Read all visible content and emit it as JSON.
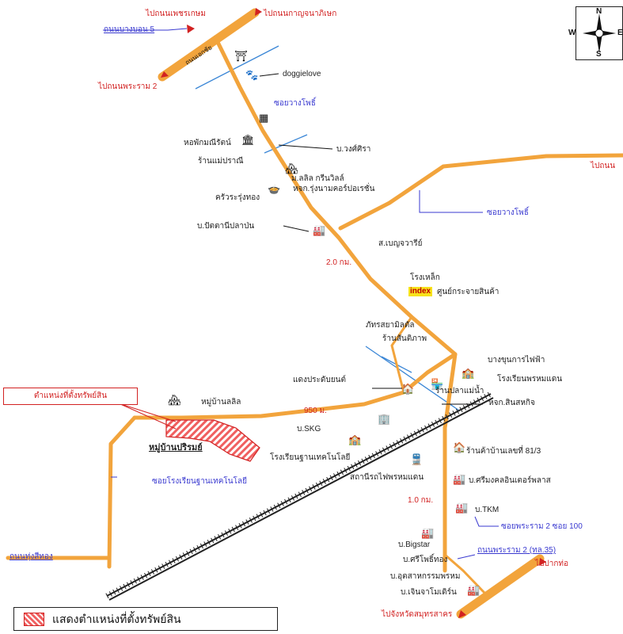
{
  "compass": {
    "n": "N",
    "s": "S",
    "e": "E",
    "w": "W"
  },
  "road_labels": {
    "to_phet_kasem": "ไปถนนเพชรเกษม",
    "to_kanchanaphisek": "ไปถนนกาญจนาภิเษก",
    "bang_bon_5": "ถนนบางบอน 5",
    "to_phraram2_top": "ไปถนนพระราม 2",
    "road_diag": "ถนนเอกชัย",
    "to_right_edge": "ไปถนน",
    "soi_wang_pho_top": "ซอยวางโพธิ์",
    "soi_wang_pho_right": "ซอยวางโพธิ์",
    "distance_2km": "2.0 กม.",
    "distance_950m": "950 ม.",
    "distance_1km": "1.0 กม.",
    "soi_school": "ซอยโรงเรียนฐานเทคโนโลยี",
    "thung_si_thong": "ถนนทุ่งสีทอง",
    "soi_phraram2_100": "ซอยพระราม 2 ซอย 100",
    "phraram2_road": "ถนนพระราม 2 (ทล.35)",
    "to_pak_tho": "ไปปากท่อ",
    "to_samut_sakhon": "ไปจังหวัดสมุทรสาคร"
  },
  "places": {
    "doggielove": "doggielove",
    "ho_kham": "หอพักมณีรัตน์",
    "wong_sira": "บ.วงศ์ศิรา",
    "mae_pranee": "ร้านแม่ปราณี",
    "lalin_green": "ม.ลลิล กรีนวิลล์",
    "rung_nam": "หจก.รุ่งนามคอร์ปอเรชั่น",
    "rak_rung": "ครัวระรุ่งทอง",
    "pattani": "บ.ปัตตานีปลาป่น",
    "benjawaree": "ส.เบญจวารีย์",
    "rong_lek": "โรงเหล็ก",
    "index_brand": "index",
    "index_center": "ศูนย์กระจายสินค้า",
    "phattara": "ภัทรสยามิลตัล",
    "ran_sanitphap": "ร้านสันติภาพ",
    "bang_chon": "บางขุนการไฟฟ้า",
    "school_right": "โรงเรียนพรหมแดน",
    "pradap_yon": "แดงประดับยนต์",
    "pla_mae_nam": "ร้านปลาแม่น้ำ",
    "hak_sinsahakit": "หจก.สินสหกิจ",
    "lalin_village": "หมู่บ้านลลิล",
    "skg": "บ.SKG",
    "pruksa": "หมู่บ้านปริรมย์",
    "school_tech": "โรงเรียนฐานเทคโนโลยี",
    "shop_81": "ร้านค้าบ้านเลขที่ 81/3",
    "station": "สถานีรถไฟพรหมแดน",
    "srimongkol": "บ.ศรีมงคลอินเตอร์พลาส",
    "tkm": "บ.TKM",
    "bigstar": "บ.Bigstar",
    "sri_pho": "บ.ศรีโพธิ์ทอง",
    "utsahakam": "บ.อุตสาหกรรมพรหม",
    "chan_mai": "บ.เจินจาโมเดิร์น"
  },
  "callout": {
    "text": "ตำแหน่งที่ตั้งทรัพย์สิน"
  },
  "legend": {
    "text": "แสดงตำแหน่งที่ตั้งทรัพย์สิน"
  },
  "colors": {
    "road": "#f2a43c",
    "rail": "#222222",
    "property": "#e84848",
    "callout_red": "#d22222",
    "link_blue": "#3a3ad0",
    "canal": "#3a86d6"
  }
}
